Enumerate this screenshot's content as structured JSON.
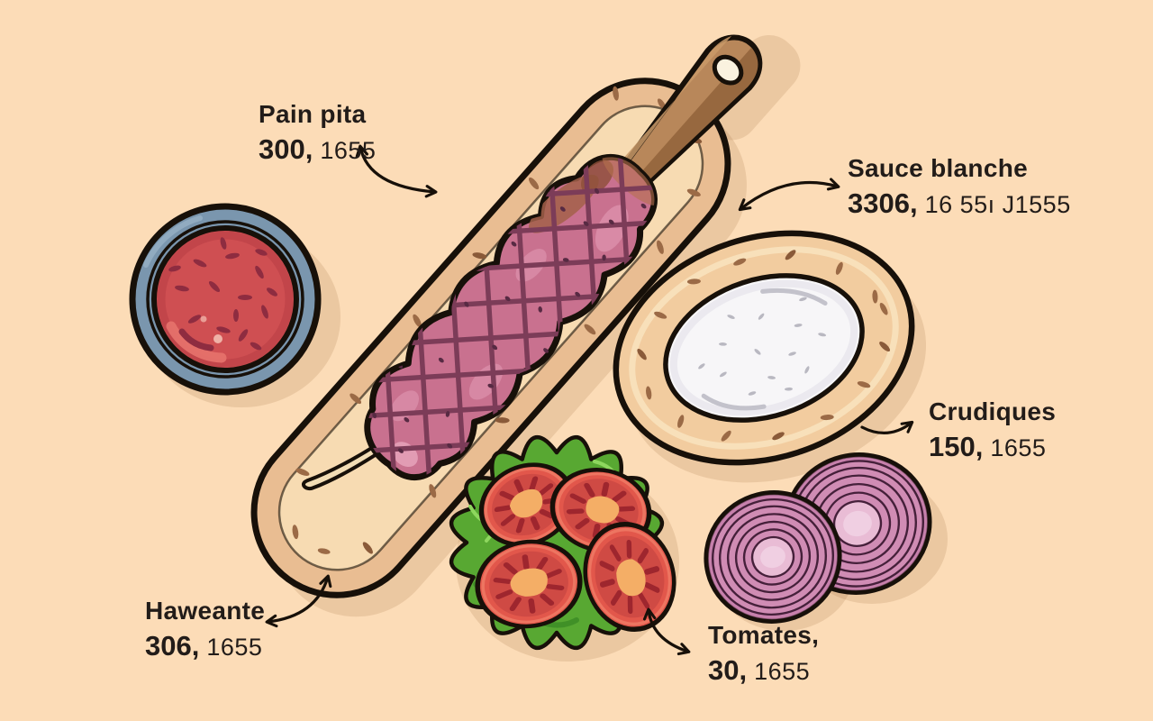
{
  "labels": {
    "pain_pita": {
      "title": "Pain pita",
      "value": "300,",
      "detail": "1655"
    },
    "sauce_blanche": {
      "title": "Sauce blanche",
      "value": "3306,",
      "detail": "16 55ı J1555"
    },
    "crudiques": {
      "title": "Crudiques",
      "value": "150,",
      "detail": "1655"
    },
    "haweante": {
      "title": "Haweante",
      "value": "306,",
      "detail": "1655"
    },
    "tomates": {
      "title": "Tomates,",
      "value": "30,",
      "detail": "1655"
    }
  },
  "illustration": {
    "items": [
      "sauce-bowl",
      "kebab-skewer-on-bread",
      "white-sauce-pita",
      "tomato-lettuce",
      "onion-slices"
    ],
    "colors": {
      "background": "#fcdcb7",
      "outline": "#171009",
      "text": "#221c19",
      "bread": "#e9bd92",
      "bread_light": "#f7dbb2",
      "meat": "#c9718f",
      "meat_grill": "#7c3c58",
      "wood": "#b8875a",
      "bowl_blue": "#7a96ae",
      "sauce_red": "#cf4f52",
      "sauce_white": "#f7f6f8",
      "lettuce_green": "#58a832",
      "tomato_red": "#e2574b",
      "tomato_ring": "#cf4a44",
      "tomato_center": "#f4ae66",
      "onion_pink": "#d08cb4",
      "onion_center": "#e9bcd5"
    }
  }
}
